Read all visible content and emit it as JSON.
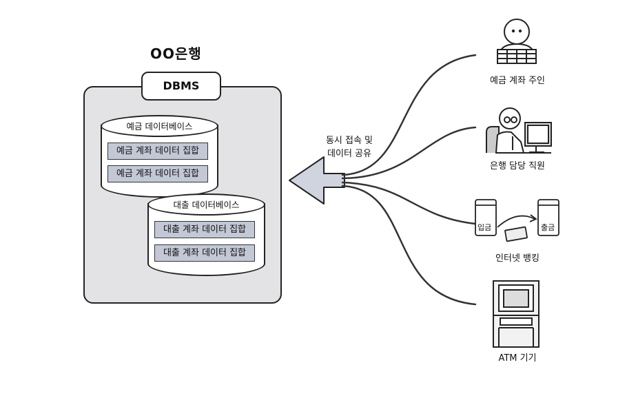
{
  "bank_title": "OO은행",
  "dbms_label": "DBMS",
  "deposit_db": {
    "title": "예금 데이터베이스",
    "records": [
      "예금 계좌 데이터 집합",
      "예금 계좌 데이터 집합"
    ]
  },
  "loan_db": {
    "title": "대출 데이터베이스",
    "records": [
      "대출 계좌 데이터 집합",
      "대출 계좌 데이터 집합"
    ]
  },
  "arrow_label": [
    "동시 접속 및",
    "데이터 공유"
  ],
  "clients": [
    {
      "label": "예금 계좌 주인",
      "icon": "account-owner-icon"
    },
    {
      "label": "은행 담당 직원",
      "icon": "bank-clerk-icon"
    },
    {
      "label": "인터넷 뱅킹",
      "icon": "internet-banking-icon"
    },
    {
      "label": "ATM 기기",
      "icon": "atm-icon"
    }
  ],
  "internet_banking": {
    "deposit_label": "입금",
    "withdraw_label": "출금"
  },
  "colors": {
    "dbms_bg": "#e3e3e6",
    "record_bg": "#c3c8d6",
    "arrow_fill": "#cfd4de",
    "line": "#222222"
  }
}
